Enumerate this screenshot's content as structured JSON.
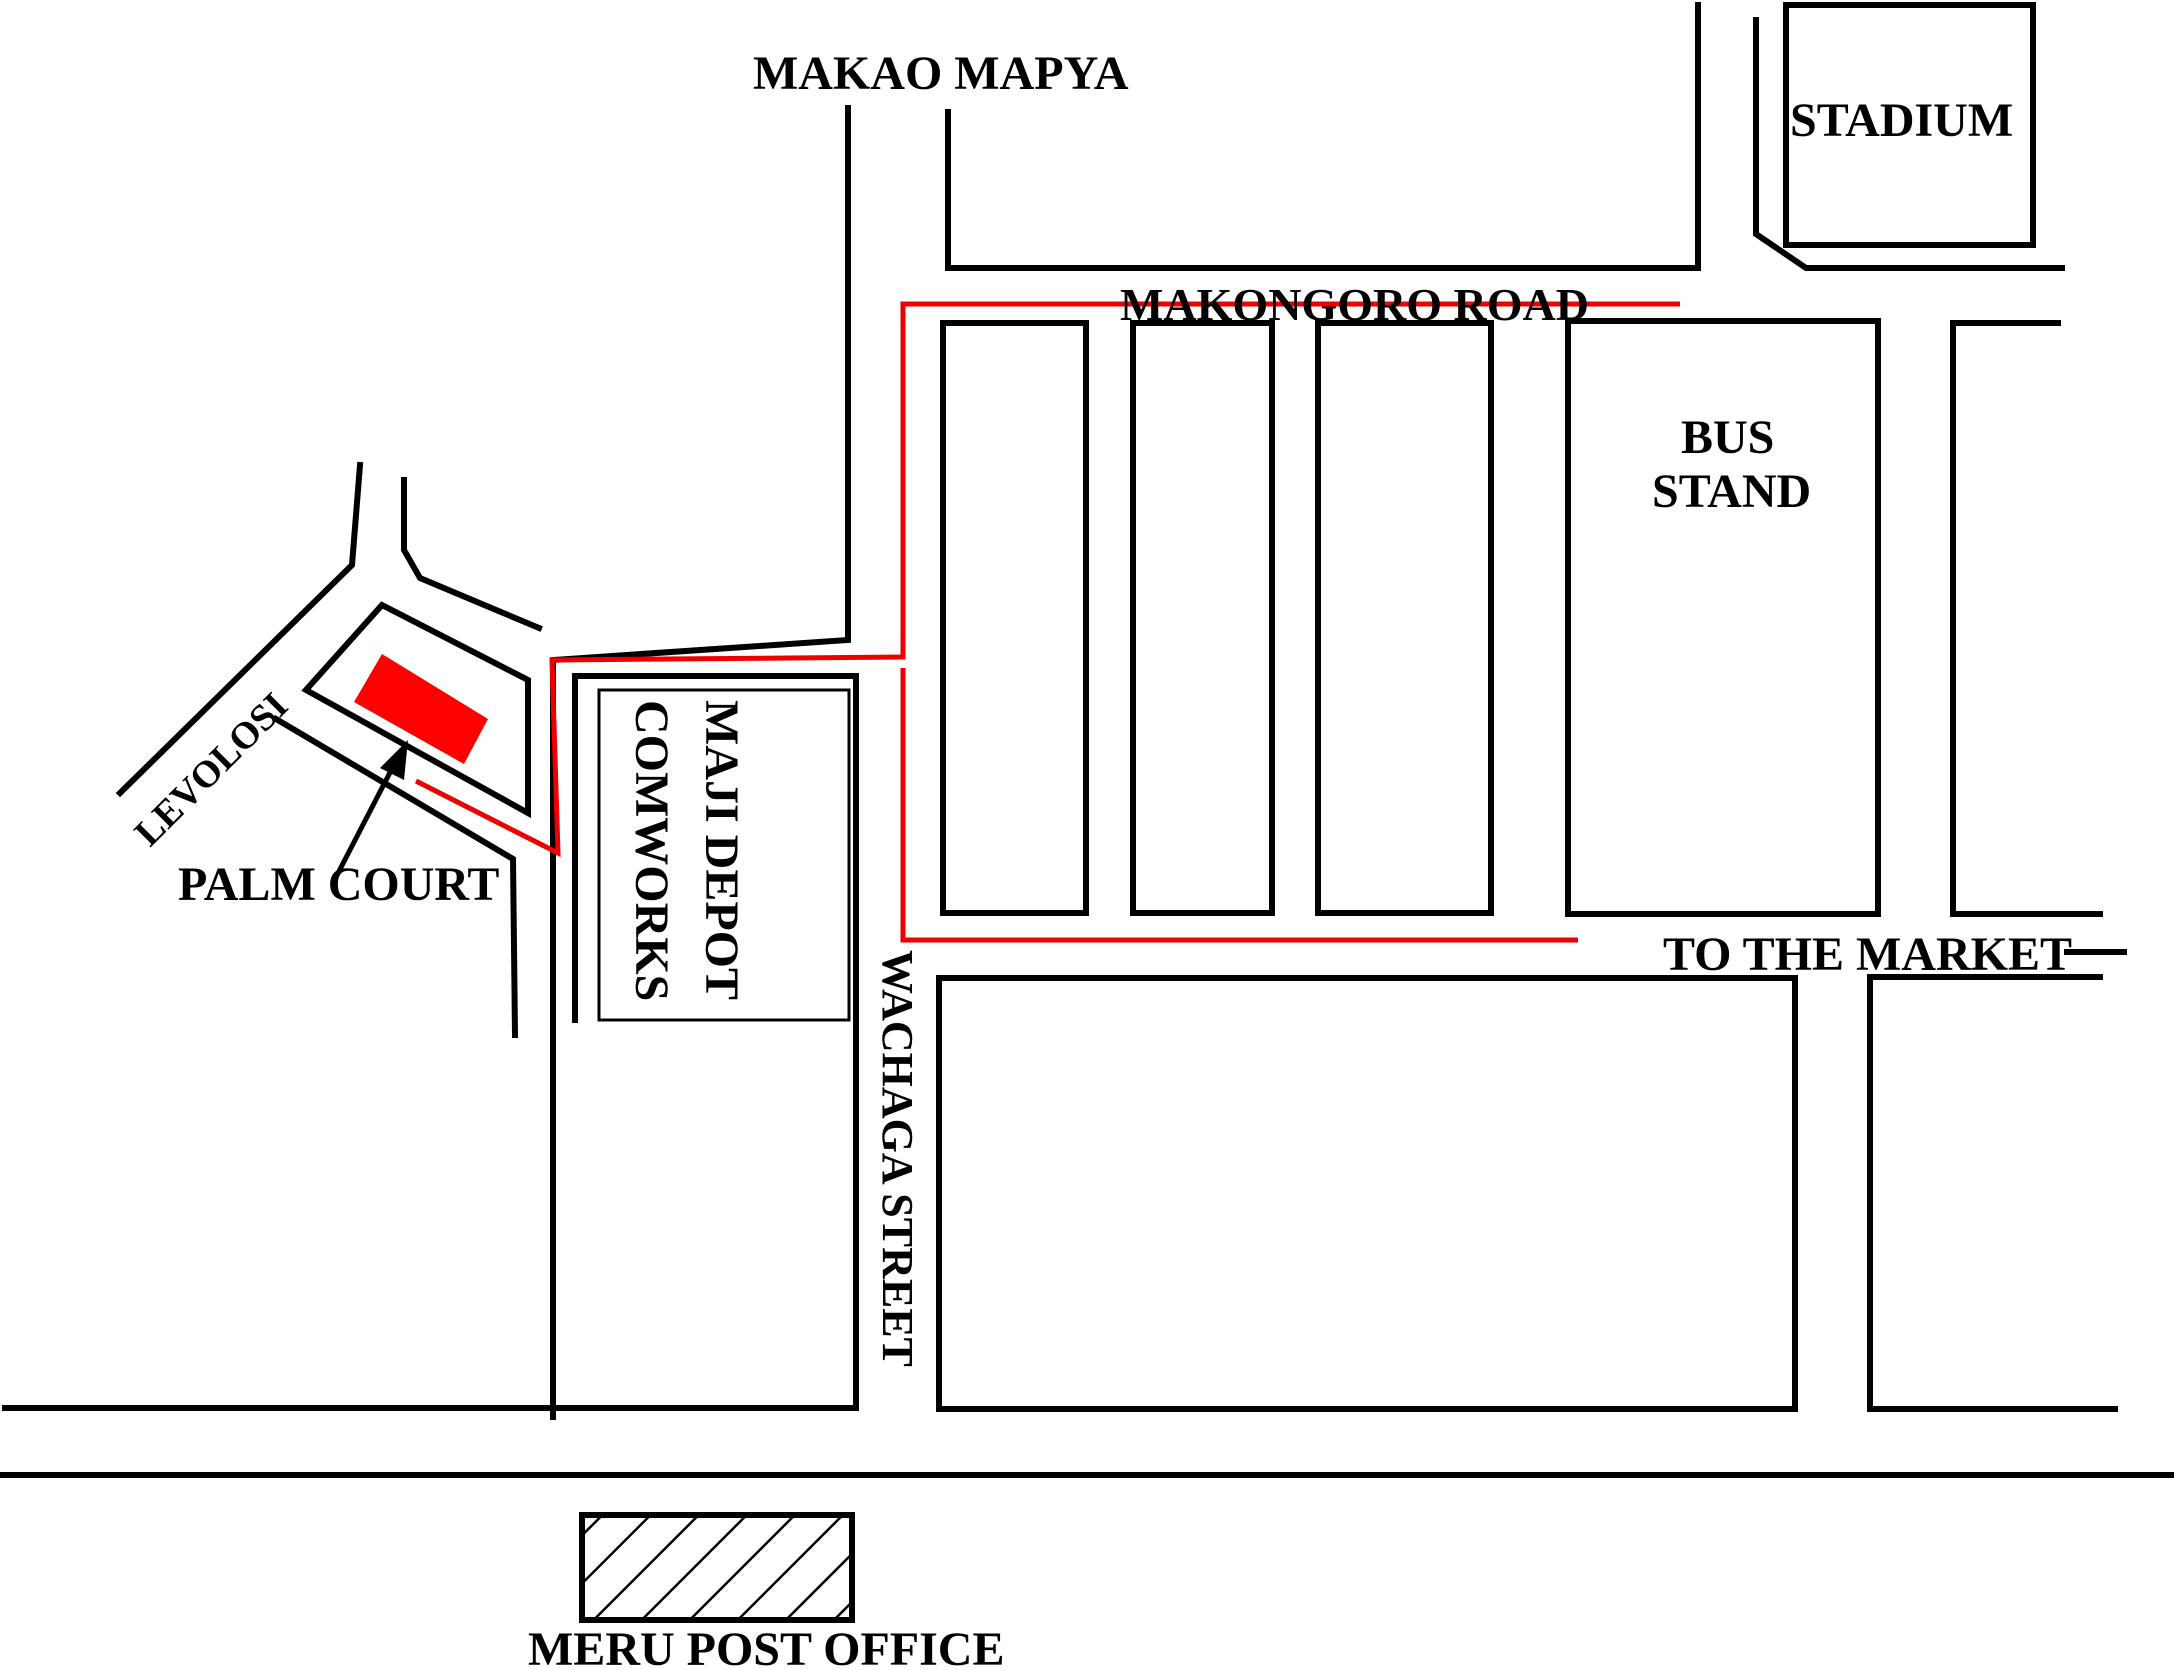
{
  "labels": {
    "makao_mapya": "MAKAO MAPYA",
    "stadium": "STADIUM",
    "makongoro_road": "MAKONGORO ROAD",
    "bus_stand_line1": "BUS",
    "bus_stand_line2": "STAND",
    "levolosi": "LEVOLOSI",
    "palm_court": "PALM COURT",
    "maji_depot_line1": "MAJI DEPOT",
    "maji_depot_line2": "COMWORKS",
    "wachaga_street": "WACHAGA STREET",
    "to_the_market": "TO THE MARKET",
    "meru_post_office": "MERU POST OFFICE"
  },
  "colors": {
    "road": "#000000",
    "route": "#ee0000",
    "destination": "#ff0000",
    "background": "#ffffff"
  }
}
